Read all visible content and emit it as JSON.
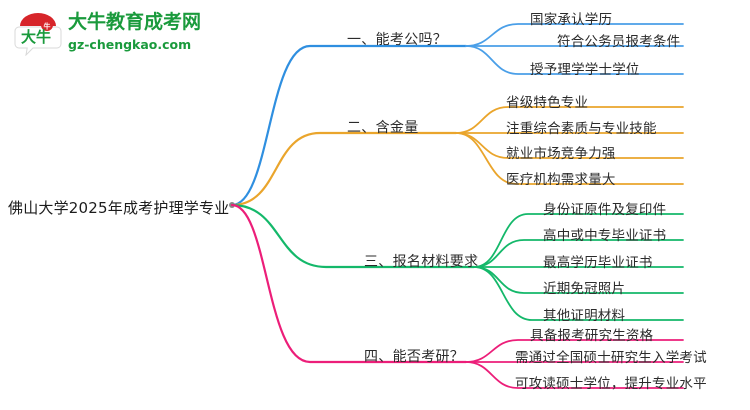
{
  "logo": {
    "mark_text": "大牛",
    "name": "大牛教育成考网",
    "url": "gz-chengkao.com",
    "brand_green": "#1a9a3c",
    "brand_red": "#d7252a"
  },
  "mindmap": {
    "root": {
      "label": "佛山大学2025年成考护理学专业"
    },
    "branches": [
      {
        "id": "branch-1",
        "label": "一、能考公吗？",
        "color": "#2f8fe0",
        "children": [
          {
            "label": "国家承认学历"
          },
          {
            "label": "符合公务员报考条件"
          },
          {
            "label": "授予理学学士学位"
          }
        ]
      },
      {
        "id": "branch-2",
        "label": "二、含金量",
        "color": "#eaa52c",
        "children": [
          {
            "label": "省级特色专业"
          },
          {
            "label": "注重综合素质与专业技能"
          },
          {
            "label": "就业市场竞争力强"
          },
          {
            "label": "医疗机构需求量大"
          }
        ]
      },
      {
        "id": "branch-3",
        "label": "三、报名材料要求",
        "color": "#14b86a",
        "children": [
          {
            "label": "身份证原件及复印件"
          },
          {
            "label": "高中或中专毕业证书"
          },
          {
            "label": "最高学历毕业证书"
          },
          {
            "label": "近期免冠照片"
          },
          {
            "label": "其他证明材料"
          }
        ]
      },
      {
        "id": "branch-4",
        "label": "四、能否考研？",
        "color": "#ec1e79",
        "children": [
          {
            "label": "具备报考研究生资格"
          },
          {
            "label": "需通过全国硕士研究生入学考试"
          },
          {
            "label": "可攻读硕士学位，提升专业水平"
          }
        ]
      }
    ]
  }
}
